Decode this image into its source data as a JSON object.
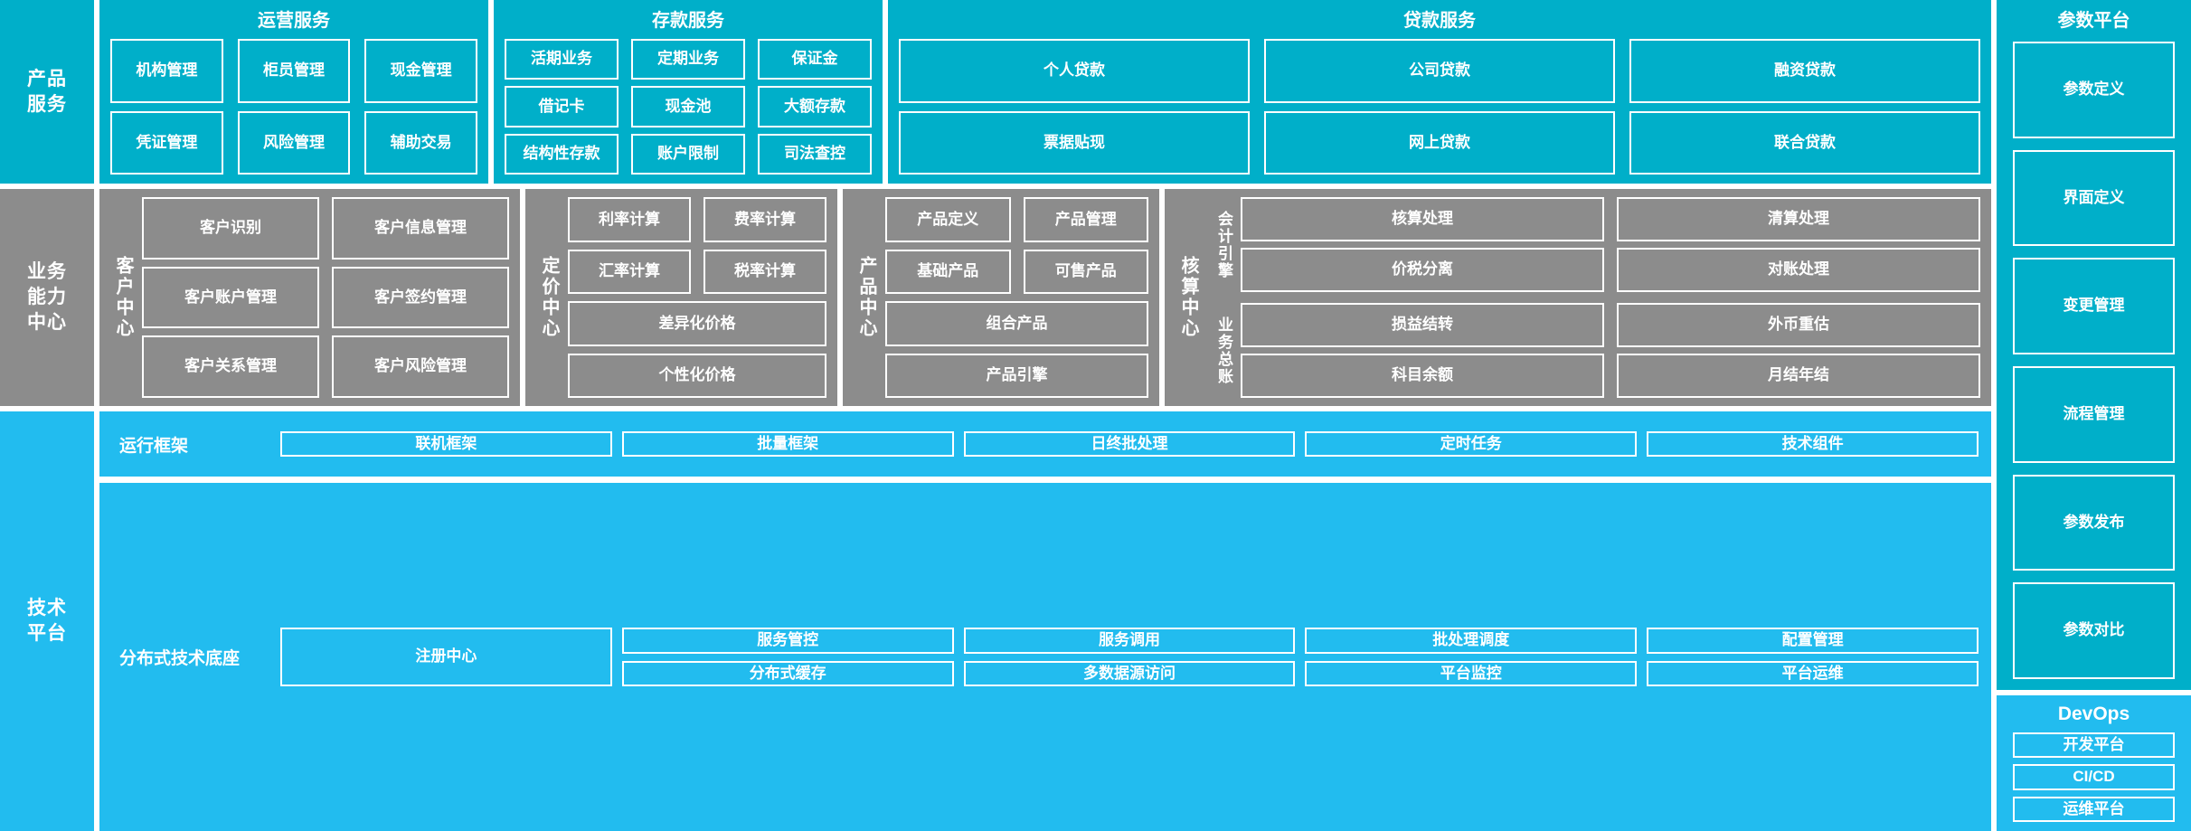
{
  "colors": {
    "product_cyan": "#00AFC9",
    "capability_gray": "#8C8C8C",
    "tech_blue": "#22BCEF",
    "border": "#FFFFFF"
  },
  "layers": {
    "product": {
      "label": "产品\n服务",
      "label_lines": [
        "产品",
        "服务"
      ],
      "panels": [
        {
          "title": "运营服务",
          "items": [
            "机构管理",
            "柜员管理",
            "现金管理",
            "凭证管理",
            "风险管理",
            "辅助交易"
          ]
        },
        {
          "title": "存款服务",
          "items": [
            "活期业务",
            "定期业务",
            "保证金",
            "借记卡",
            "现金池",
            "大额存款",
            "结构性存款",
            "账户限制",
            "司法查控"
          ]
        },
        {
          "title": "贷款服务",
          "items": [
            "个人贷款",
            "公司贷款",
            "融资贷款",
            "票据贴现",
            "网上贷款",
            "联合贷款"
          ]
        }
      ]
    },
    "capability": {
      "label_lines": [
        "业务",
        "能力",
        "中心"
      ],
      "centers": [
        {
          "label": "客户中心",
          "items": [
            "客户识别",
            "客户信息管理",
            "客户账户管理",
            "客户签约管理",
            "客户关系管理",
            "客户风险管理"
          ]
        },
        {
          "label": "定价中心",
          "items": [
            "利率计算",
            "费率计算",
            "汇率计算",
            "税率计算"
          ],
          "wide_items": [
            "差异化价格",
            "个性化价格"
          ]
        },
        {
          "label": "产品中心",
          "items": [
            "产品定义",
            "产品管理",
            "基础产品",
            "可售产品"
          ],
          "wide_items": [
            "组合产品",
            "产品引擎"
          ]
        },
        {
          "label": "核算中心",
          "groups": [
            {
              "label": "会计引擎",
              "items": [
                "核算处理",
                "清算处理",
                "价税分离",
                "对账处理"
              ]
            },
            {
              "label": "业务总账",
              "items": [
                "损益结转",
                "外币重估",
                "科目余额",
                "月结年结"
              ]
            }
          ]
        }
      ]
    },
    "technical": {
      "label_lines": [
        "技术",
        "平台"
      ],
      "strips": [
        {
          "title": "运行框架",
          "items": [
            "联机框架",
            "批量框架",
            "日终批处理",
            "定时任务",
            "技术组件"
          ]
        },
        {
          "title": "分布式技术底座",
          "primary": "注册中心",
          "items": [
            "服务管控",
            "服务调用",
            "批处理调度",
            "配置管理",
            "分布式缓存",
            "多数据源访问",
            "平台监控",
            "平台运维"
          ]
        }
      ]
    },
    "parameter": {
      "title": "参数平台",
      "items": [
        "参数定义",
        "界面定义",
        "变更管理",
        "流程管理",
        "参数发布",
        "参数对比"
      ]
    },
    "devops": {
      "title": "DevOps",
      "items": [
        "开发平台",
        "CI/CD",
        "运维平台"
      ]
    }
  }
}
